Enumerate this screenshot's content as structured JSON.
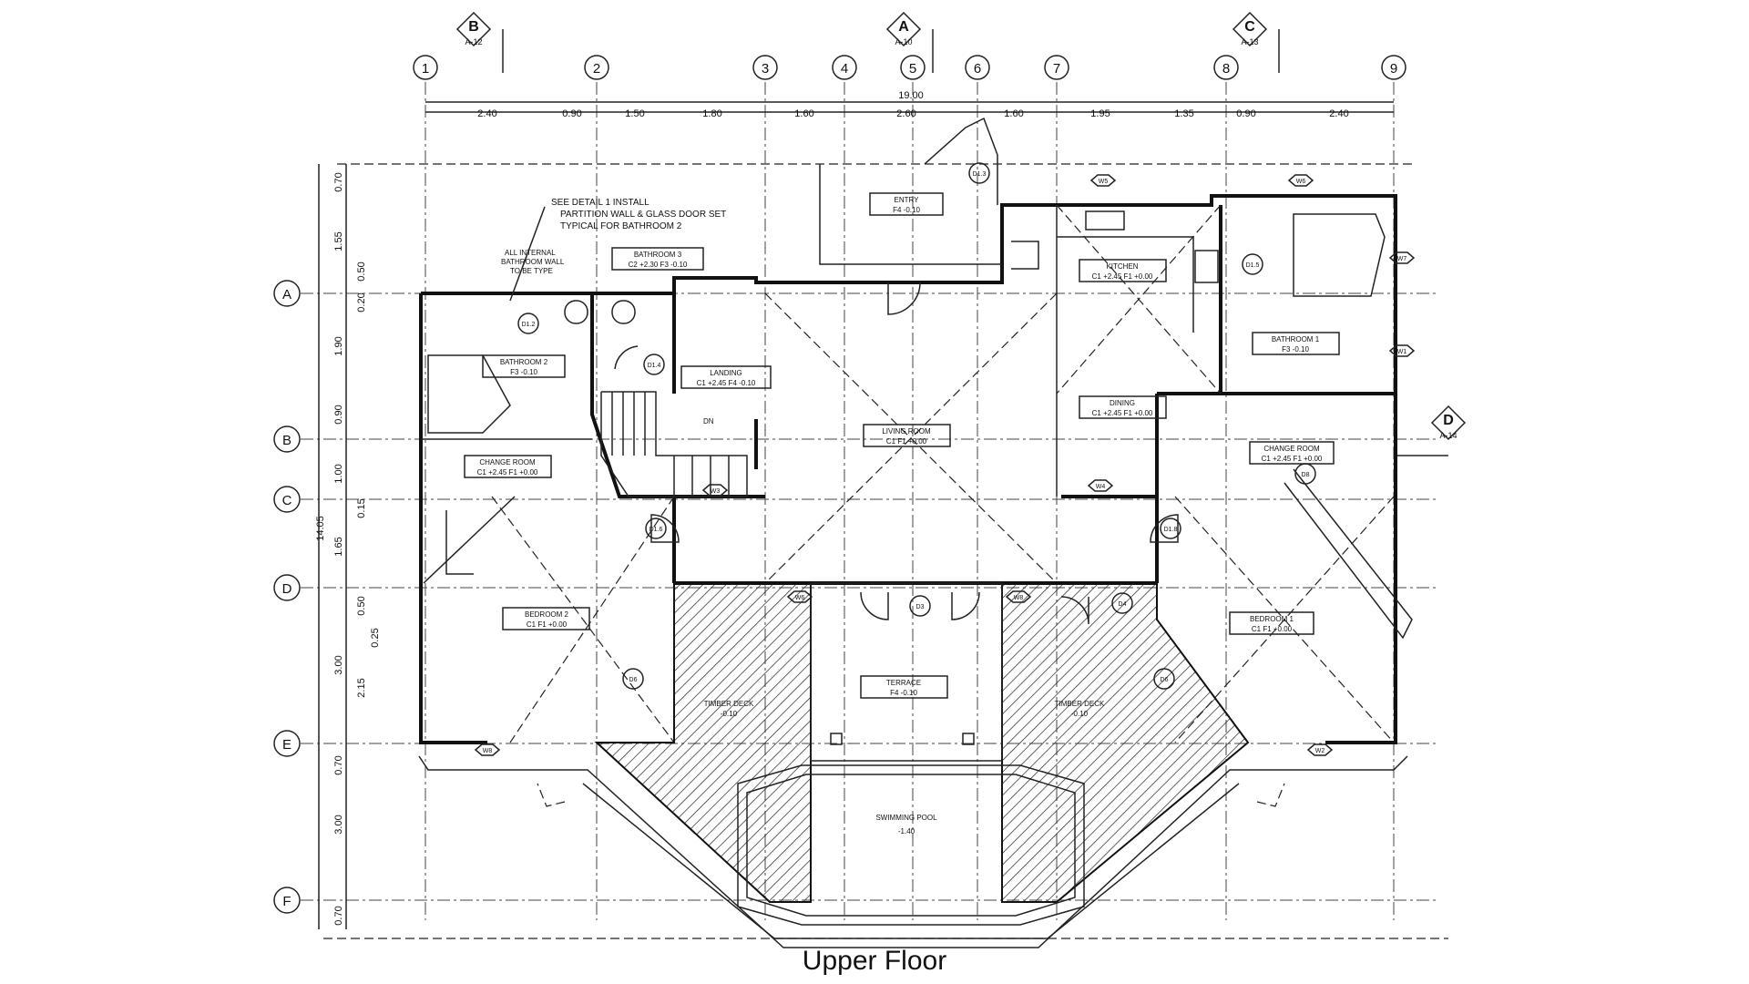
{
  "caption": "Upper Floor",
  "grid_columns": [
    "1",
    "2",
    "3",
    "4",
    "5",
    "6",
    "7",
    "8",
    "9"
  ],
  "grid_rows": [
    "A",
    "B",
    "C",
    "D",
    "E",
    "F"
  ],
  "top_dimensions": [
    "2.40",
    "0.90",
    "1.50",
    "1.80",
    "1.60",
    "2.60",
    "1.60",
    "1.95",
    "1.35",
    "0.90",
    "2.40"
  ],
  "overall_top": "19.00",
  "left_dimensions": [
    "0.70",
    "1.55",
    "0.50",
    "0.20",
    "1.90",
    "0.90",
    "1.00",
    "0.15",
    "1.65",
    "0.50",
    "0.25",
    "2.15",
    "3.00",
    "0.70",
    "3.00",
    "0.70"
  ],
  "overall_left": "14.05",
  "section_markers": [
    {
      "letter": "B",
      "ref": "A-12"
    },
    {
      "letter": "A",
      "ref": "A-10"
    },
    {
      "letter": "C",
      "ref": "A-13"
    },
    {
      "letter": "D",
      "ref": "A-14"
    }
  ],
  "notes": {
    "line1": "SEE DETAIL 1 INSTALL",
    "line2": "PARTITION WALL & GLASS DOOR SET",
    "line3": "TYPICAL FOR BATHROOM 2",
    "internal1": "ALL INTERNAL",
    "internal2": "BATHROOM WALL",
    "internal3": "TO BE TYPE"
  },
  "rooms": {
    "entry": {
      "name": "ENTRY",
      "spec": "F4 -0.10"
    },
    "kitchen": {
      "name": "KITCHEN",
      "spec": "C1 +2.45  F1 +0.00"
    },
    "bathroom3": {
      "name": "BATHROOM 3",
      "spec": "C2 +2.30  F3 -0.10"
    },
    "bathroom2": {
      "name": "BATHROOM 2",
      "spec": "F3 -0.10"
    },
    "bathroom1": {
      "name": "BATHROOM 1",
      "spec": "F3 -0.10"
    },
    "landing": {
      "name": "LANDING",
      "spec": "C1 +2.45  F4 -0.10"
    },
    "dining": {
      "name": "DINING",
      "spec": "C1 +2.45  F1 +0.00"
    },
    "living": {
      "name": "LIVING ROOM",
      "spec": "C1   F1 +0.00"
    },
    "change_left": {
      "name": "CHANGE ROOM",
      "spec": "C1 +2.45  F1 +0.00"
    },
    "change_right": {
      "name": "CHANGE ROOM",
      "spec": "C1 +2.45  F1 +0.00"
    },
    "bedroom2": {
      "name": "BEDROOM 2",
      "spec": "C1   F1 +0.00"
    },
    "bedroom1": {
      "name": "BEDROOM 1",
      "spec": "C1   F1 +0.00"
    },
    "terrace": {
      "name": "TERRACE",
      "spec": "F4 -0.10"
    },
    "deck_left": {
      "name": "TIMBER DECK",
      "spec": "-0.10"
    },
    "deck_right": {
      "name": "TIMBER DECK",
      "spec": "-0.10"
    },
    "pool": {
      "name": "SWIMMING POOL",
      "spec": "-1.40"
    }
  },
  "stair_label": "DN",
  "window_tags": [
    "W5",
    "W6",
    "W7",
    "W1",
    "W4",
    "W2",
    "W8",
    "W3",
    "W6",
    "W8"
  ],
  "door_tags": [
    "D1.3",
    "D1.4",
    "D1.2",
    "D1.5",
    "D1.6",
    "D1.8",
    "D8",
    "D3",
    "D6",
    "D6",
    "D4"
  ]
}
